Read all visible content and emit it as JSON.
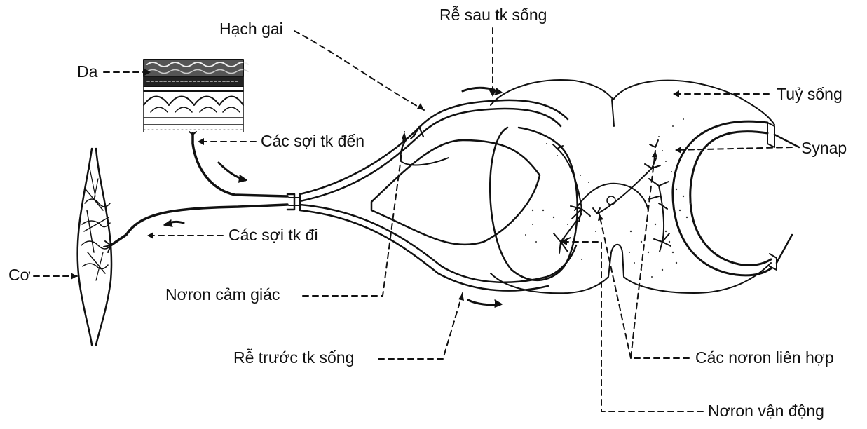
{
  "labels": {
    "rhe_sau": "Rễ sau tk sống",
    "hach_gai": "Hạch gai",
    "da": "Da",
    "tuy_song": "Tuỷ sống",
    "synap": "Synap",
    "soi_den": "Các sợi tk đến",
    "soi_di": "Các sợi tk đi",
    "co": "Cơ",
    "noron_cam_giac": "Nơron cảm giác",
    "rhe_truoc": "Rễ trước tk sống",
    "noron_lien_hop": "Các nơron liên hợp",
    "noron_van_dong": "Nơron vận động"
  },
  "colors": {
    "ink": "#111111",
    "background": "#ffffff"
  }
}
